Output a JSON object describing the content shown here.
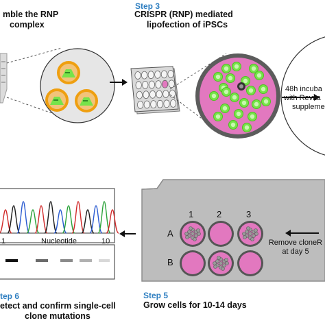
{
  "step2": {
    "title_line1": "mble the RNP",
    "title_line2": "complex"
  },
  "step3": {
    "label": "Step 3",
    "title_line1": "CRISPR (RNP) mediated",
    "title_line2": "lipofection of iPSCs"
  },
  "step4_note": {
    "line1": "48h incuba",
    "line2": "with Revita",
    "line3": "suppleme"
  },
  "step5": {
    "label": "Step 5",
    "title": "Grow cells  for 10-14 days"
  },
  "remove_note": {
    "line1": "Remove cloneR",
    "line2": "at day 5"
  },
  "step6": {
    "label": "tep 6",
    "title_line1": "etect and confirm single-cell",
    "title_line2": "clone mutations"
  },
  "plate": {
    "cols": [
      "1",
      "2",
      "3"
    ],
    "rows": [
      "A",
      "B"
    ]
  },
  "chromatogram": {
    "xlabel": "Nucleotide",
    "tick_start": "1",
    "tick_end": "10"
  },
  "colors": {
    "step_blue": "#2f7fc1",
    "pink": "#e278bf",
    "green": "#77e34a",
    "orange": "#f0a820",
    "gray_plate": "#b8b8b8"
  }
}
